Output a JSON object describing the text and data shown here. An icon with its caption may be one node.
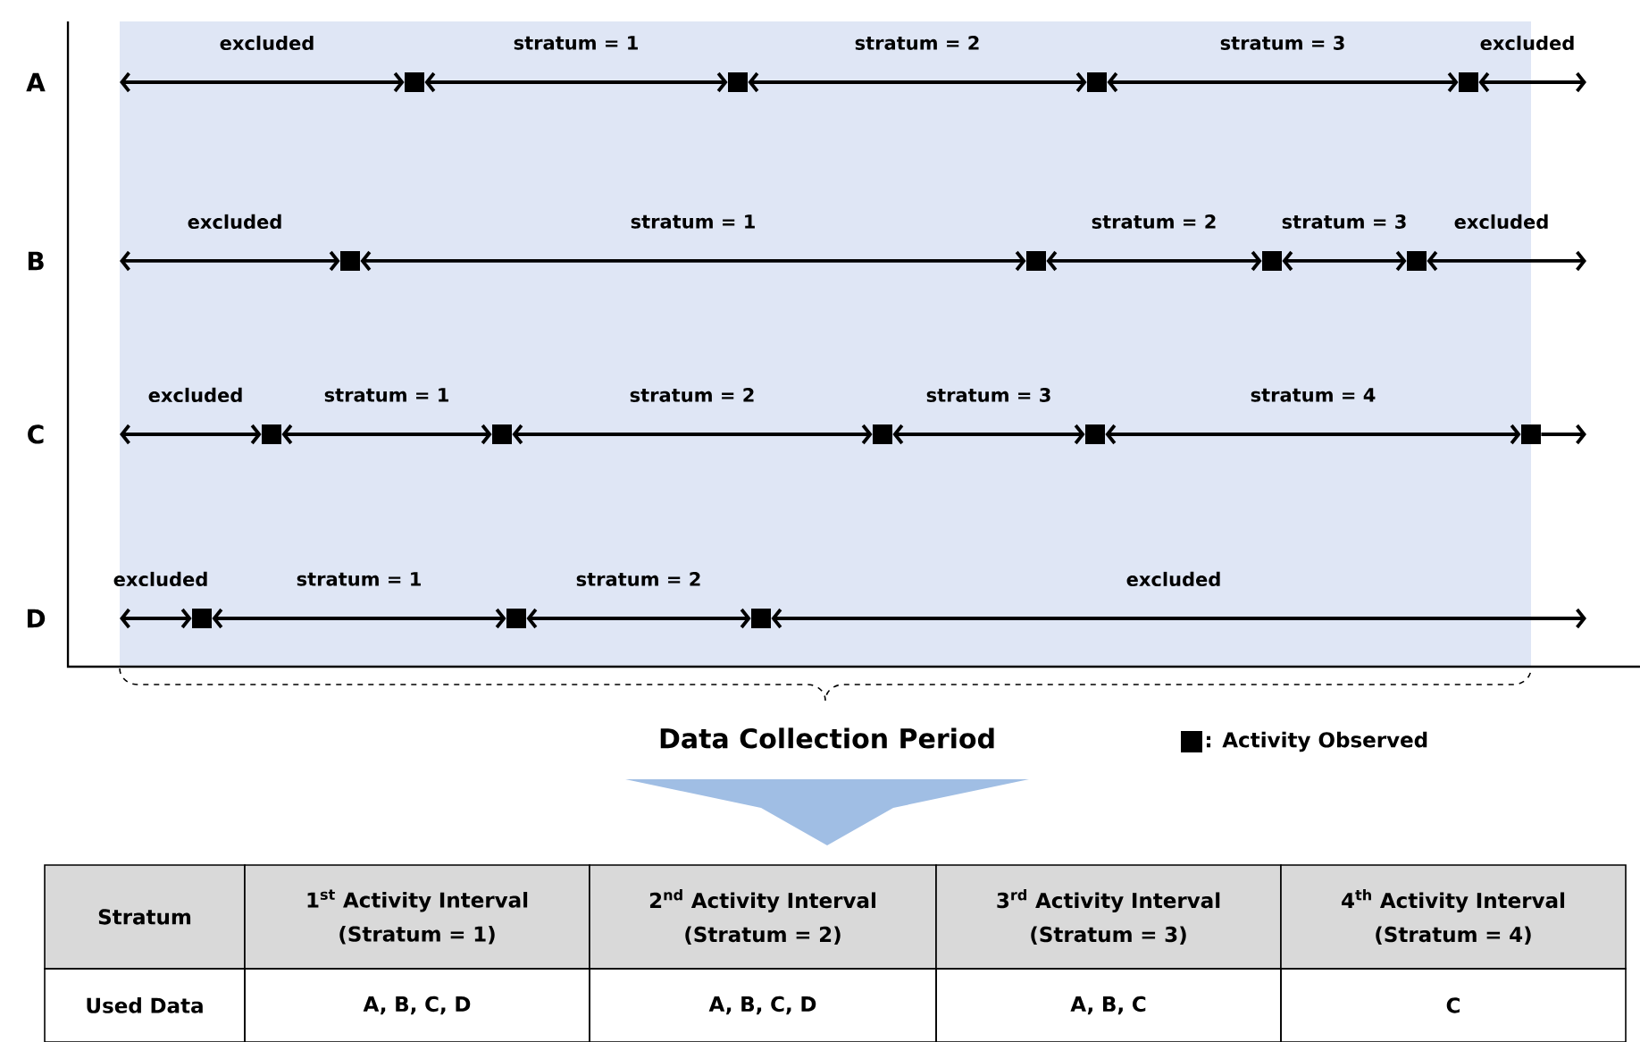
{
  "diagram": {
    "nodes": [
      {
        "text": [],
        "shape": "box"
      },
      {
        "text": [],
        "shape": "box"
      },
      {
        "text": [],
        "shape": "box"
      },
      {
        "text": [],
        "shape": "box"
      },
      {
        "text": [],
        "shape": "box"
      },
      {
        "text": [],
        "shape": "box"
      },
      {
        "text": [],
        "shape": "box"
      },
      {
        "text": [],
        "shape": "box"
      },
      {
        "text": [],
        "shape": "box"
      },
      {
        "text": [],
        "shape": "box"
      },
      {
        "text": [],
        "shape": "box"
      },
      {
        "text": [],
        "shape": "box"
      },
      {
        "text": [],
        "shape": "box"
      },
      {
        "text": [],
        "shape": "box"
      },
      {
        "text": [],
        "shape": "box"
      },
      {
        "text": [],
        "shape": "box"
      }
    ],
    "edges": [
      {
        "from": null,
        "to": 0,
        "arrow": "both",
        "label": "excluded"
      },
      {
        "from": 0,
        "to": 1,
        "arrow": "both",
        "label": "stratum = 1"
      },
      {
        "from": 1,
        "to": 2,
        "arrow": "both",
        "label": "stratum = 2"
      },
      {
        "from": 2,
        "to": 3,
        "arrow": "both",
        "label": "stratum = 3"
      },
      {
        "from": 3,
        "to": null,
        "arrow": "both",
        "label": "excluded"
      },
      {
        "from": null,
        "to": 4,
        "arrow": "both",
        "label": "excluded"
      },
      {
        "from": 4,
        "to": 5,
        "arrow": "both",
        "label": "stratum = 1"
      },
      {
        "from": 5,
        "to": 6,
        "arrow": "both",
        "label": "stratum = 2"
      },
      {
        "from": 6,
        "to": 7,
        "arrow": "both",
        "label": "stratum = 3"
      },
      {
        "from": 7,
        "to": null,
        "arrow": "both",
        "label": "excluded"
      },
      {
        "from": null,
        "to": 8,
        "arrow": "both",
        "label": "excluded"
      },
      {
        "from": 8,
        "to": 9,
        "arrow": "both",
        "label": "stratum = 1"
      },
      {
        "from": 9,
        "to": 10,
        "arrow": "both",
        "label": "stratum = 2"
      },
      {
        "from": 10,
        "to": 11,
        "arrow": "both",
        "label": "stratum = 3"
      },
      {
        "from": 11,
        "to": 12,
        "arrow": "both",
        "label": "stratum = 4"
      },
      {
        "from": 12,
        "to": null,
        "arrow": "to"
      },
      {
        "from": null,
        "to": 13,
        "arrow": "both",
        "label": "excluded"
      },
      {
        "from": 13,
        "to": 14,
        "arrow": "both",
        "label": "stratum = 1"
      },
      {
        "from": 14,
        "to": 15,
        "arrow": "both",
        "label": "stratum = 2"
      },
      {
        "from": 15,
        "to": null,
        "arrow": "both",
        "label": "excluded"
      }
    ],
    "labels": [
      "A",
      "B",
      "C",
      "D",
      "Data Collection Period",
      "Stratum",
      "1$^{st}$ Activity Interval (Stratum = 1)",
      "2$^{nd}$ Activity Interval (Stratum = 2)",
      "3$^{rd}$ Activity Interval (Stratum = 3)",
      "4$^{th}$ Activity Interval (Stratum = 4)",
      "Used Data",
      "A, B, C, D",
      "A, B, C, D",
      "A, B, C",
      "C"
    ],
    "legend": [
      {
        "text": ": Activity Observed"
      }
    ]
  }
}
